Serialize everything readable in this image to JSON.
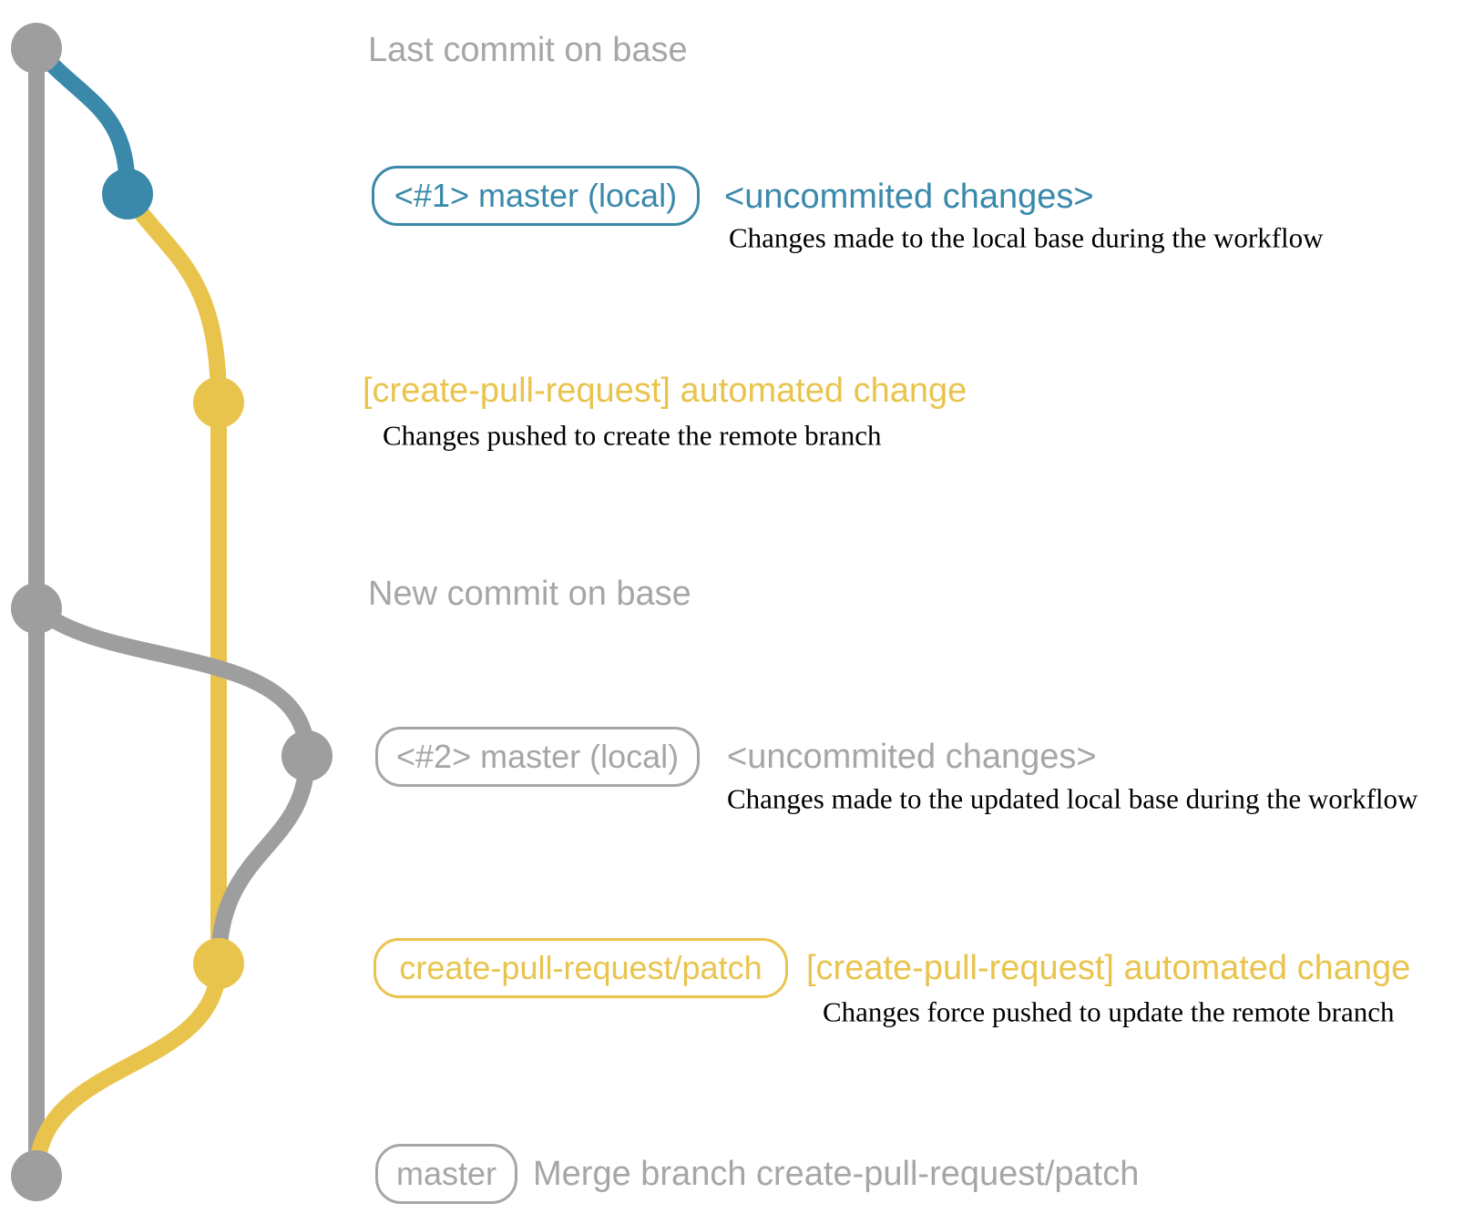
{
  "colors": {
    "branch_base_gray": "#9e9e9e",
    "branch_master_blue": "#3a89ab",
    "branch_patch_yellow": "#e9c44d",
    "label_gray": "#a6a6a6",
    "caption_black": "#000000"
  },
  "annotations": {
    "row1": {
      "label": "Last commit on base"
    },
    "row2": {
      "badge": "<#1> master (local)",
      "note": "<uncommited changes>",
      "caption": "Changes made to the local base during the workflow"
    },
    "row3": {
      "label": "[create-pull-request] automated change",
      "caption": "Changes pushed to create the remote branch"
    },
    "row4": {
      "label": "New commit on base"
    },
    "row5": {
      "badge": "<#2> master (local)",
      "note": "<uncommited changes>",
      "caption": "Changes made to the updated local base during the workflow"
    },
    "row6": {
      "badge": "create-pull-request/patch",
      "label": "[create-pull-request] automated change",
      "caption": "Changes force pushed to update the remote branch"
    },
    "row7": {
      "badge": "master",
      "label": "Merge branch create-pull-request/patch"
    }
  }
}
